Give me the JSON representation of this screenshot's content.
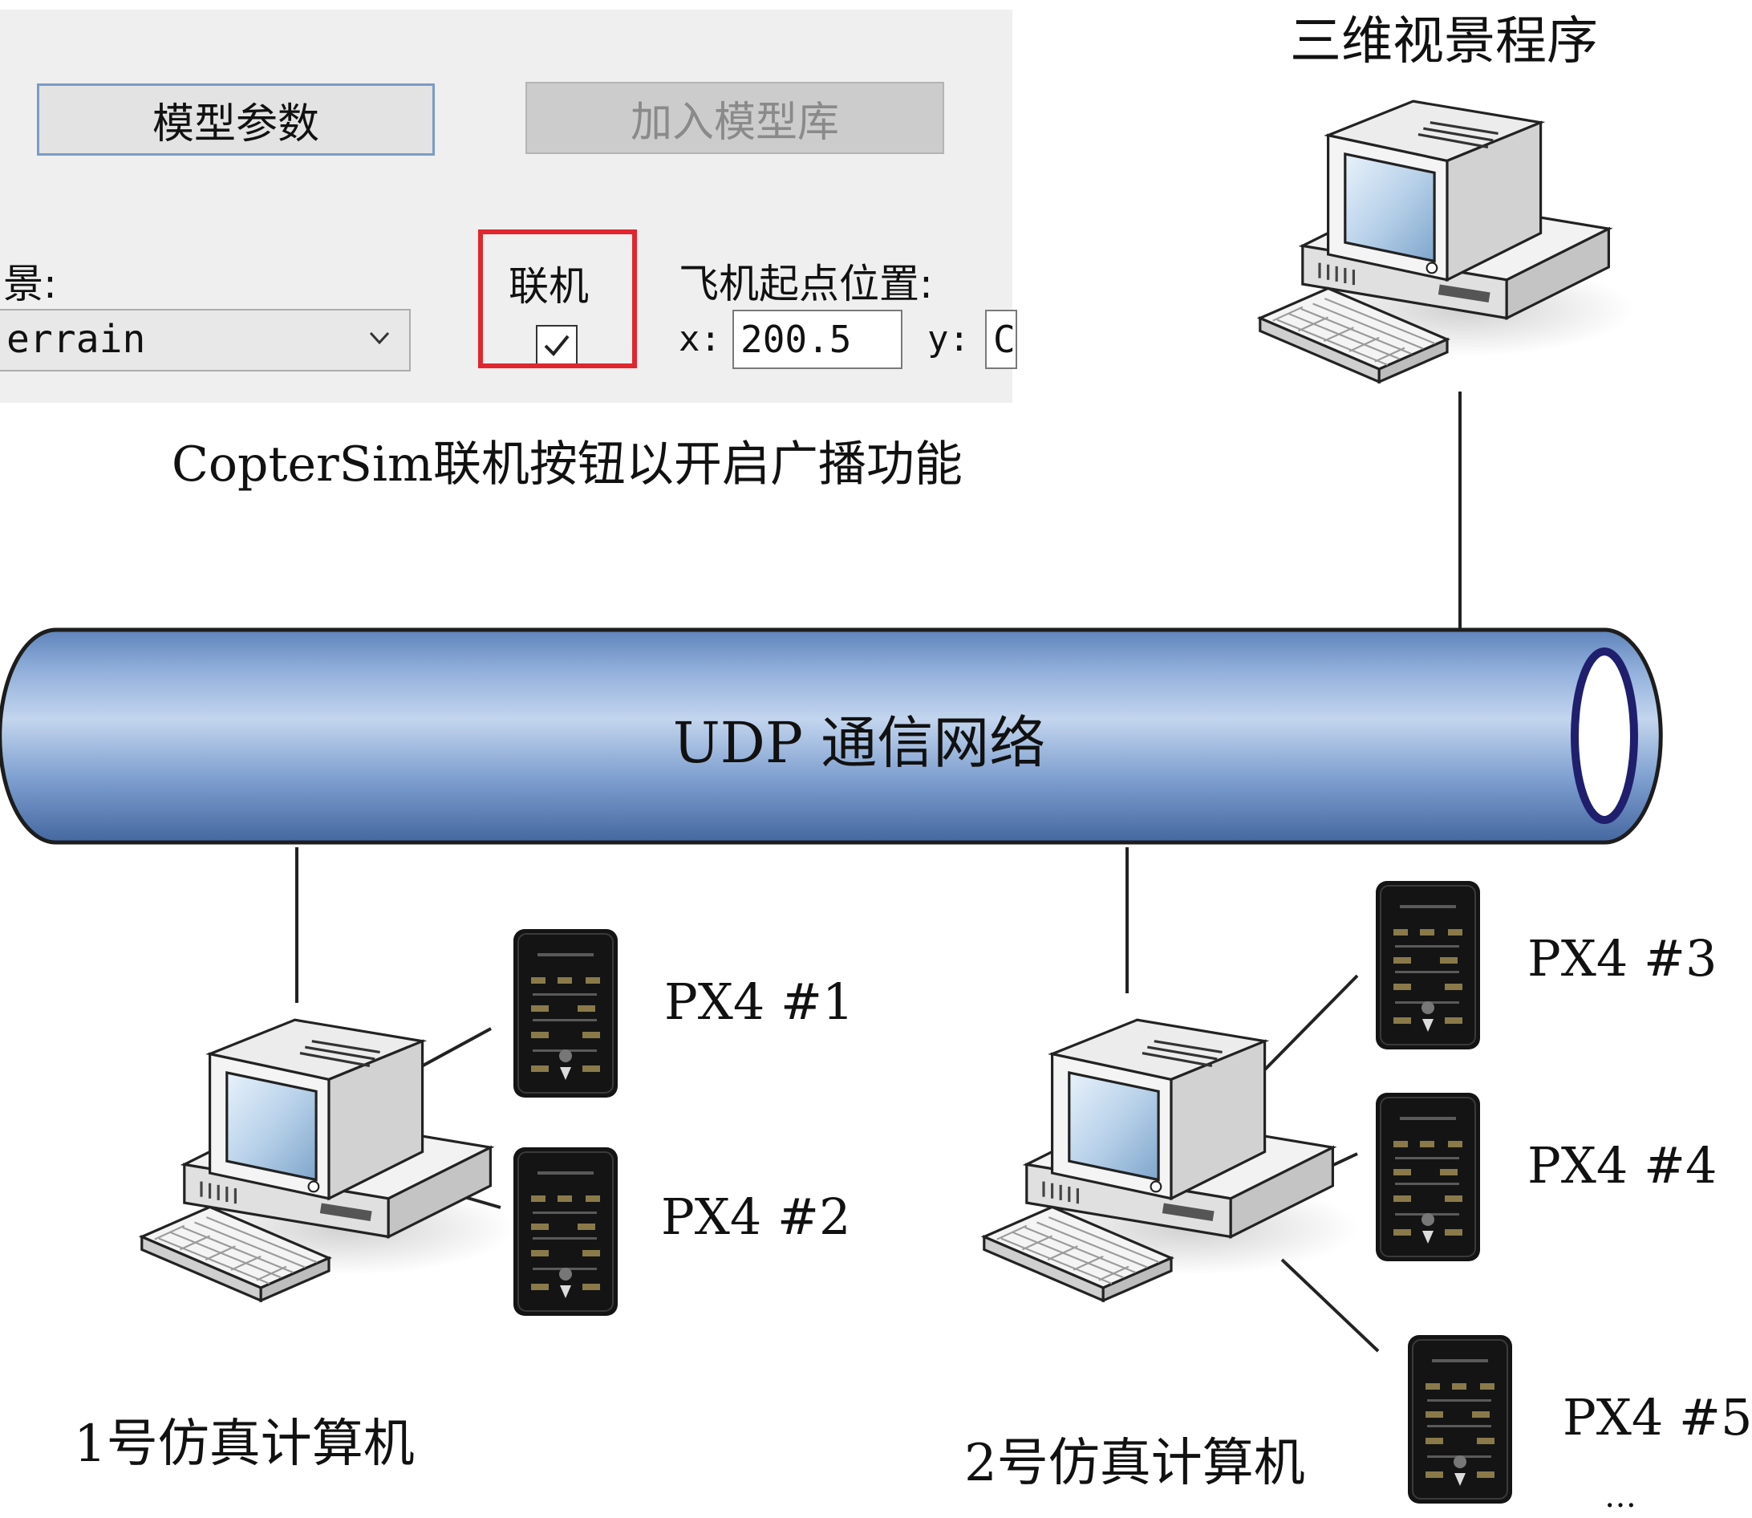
{
  "ui_panel": {
    "model_params_button": "模型参数",
    "add_to_library_button": "加入模型库",
    "scene_label": "景:",
    "scene_value": "errain",
    "online_label": "联机",
    "online_checked": true,
    "start_position_label": "飞机起点位置:",
    "x_label": "x:",
    "x_value": "200.5",
    "y_label": "y:",
    "y_value": "C"
  },
  "diagram": {
    "caption_ui": "CopterSim联机按钮以开启广播功能",
    "viewer_label": "三维视景程序",
    "network_label": "UDP 通信网络",
    "computer1_label": "1号仿真计算机",
    "computer2_label": "2号仿真计算机",
    "px4_labels": [
      "PX4 #1",
      "PX4 #2",
      "PX4 #3",
      "PX4 #4",
      "PX4 #5"
    ],
    "ellipsis": "…"
  },
  "colors": {
    "pipe_light": "#bcd0ec",
    "pipe_mid": "#7e9fcf",
    "pipe_dark": "#4d71a8",
    "pipe_end_ring": "#1f1f6e",
    "highlight_red": "#e0262e",
    "board": "#141414"
  }
}
